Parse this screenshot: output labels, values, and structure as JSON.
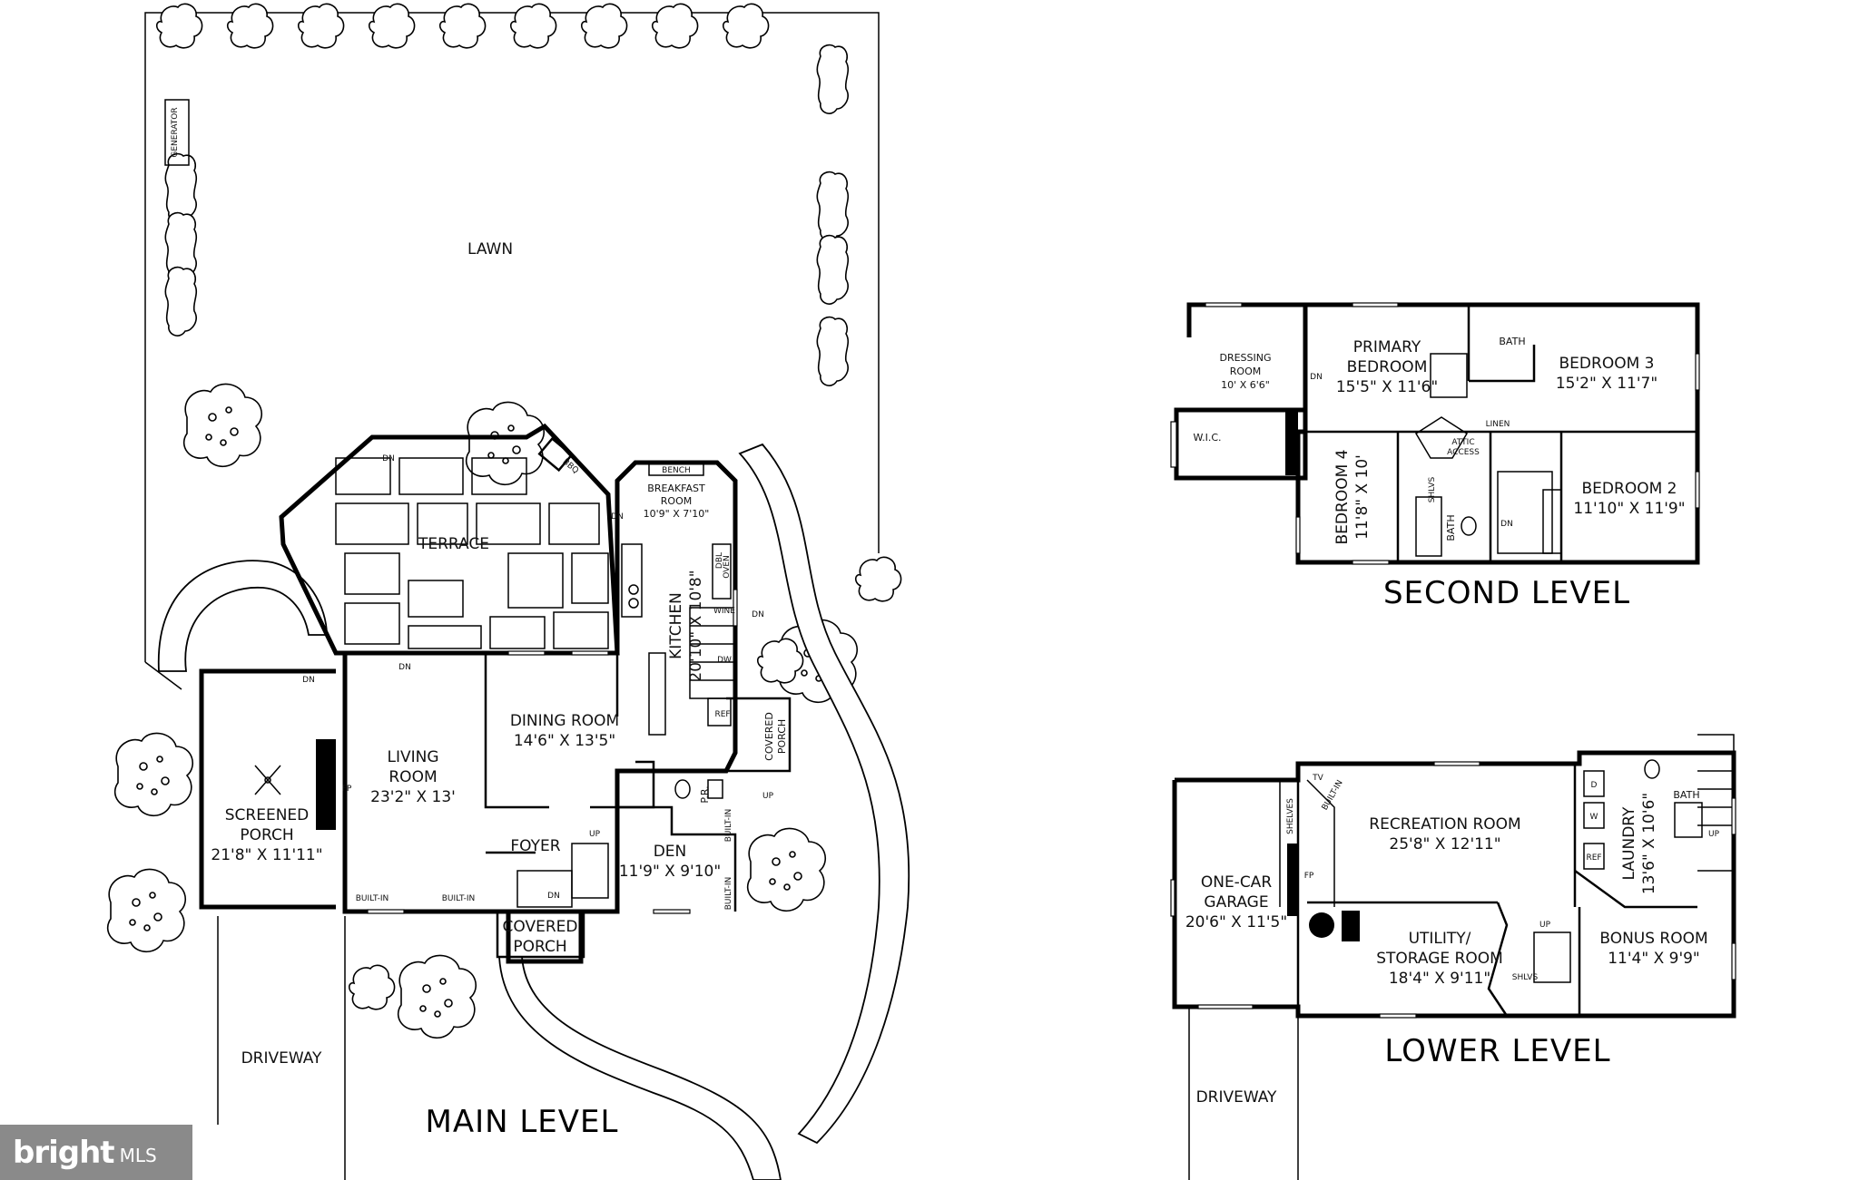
{
  "levels": {
    "main": "MAIN LEVEL",
    "second": "SECOND LEVEL",
    "lower": "LOWER LEVEL"
  },
  "main": {
    "lawn": "LAWN",
    "generator": "GENERATOR",
    "terrace": "TERRACE",
    "bbq": "BBQ",
    "bench": "BENCH",
    "breakfast": [
      "BREAKFAST",
      "ROOM",
      "10'9\" X 7'10\""
    ],
    "kitchen": [
      "KITCHEN",
      "20'10\" X 10'8\""
    ],
    "dbl_oven": [
      "DBL",
      "OVEN"
    ],
    "wine": "WINE",
    "dw": "DW",
    "ref": "REF",
    "dining": [
      "DINING ROOM",
      "14'6\" X 13'5\""
    ],
    "living": [
      "LIVING",
      "ROOM",
      "23'2\" X 13'"
    ],
    "fp": "FP",
    "screened": [
      "SCREENED",
      "PORCH",
      "21'8\" X 11'11\""
    ],
    "covered_side": [
      "COVERED",
      "PORCH"
    ],
    "pr": "P.R.",
    "foyer": "FOYER",
    "den": [
      "DEN",
      "11'9\" X 9'10\""
    ],
    "built_in": "BUILT-IN",
    "covered_front": [
      "COVERED",
      "PORCH"
    ],
    "driveway": "DRIVEWAY",
    "dn": "DN",
    "up": "UP"
  },
  "second": {
    "dressing": [
      "DRESSING",
      "ROOM",
      "10' X 6'6\""
    ],
    "wic": "W.I.C.",
    "primary": [
      "PRIMARY",
      "BEDROOM",
      "15'5\" X 11'6\""
    ],
    "bath": "BATH",
    "bedroom3": [
      "BEDROOM 3",
      "15'2\" X 11'7\""
    ],
    "linen": "LINEN",
    "attic": [
      "ATTIC",
      "ACCESS"
    ],
    "bedroom4": [
      "BEDROOM 4",
      "11'8\" X 10'"
    ],
    "shlvs": "SHLVS",
    "bedroom2": [
      "BEDROOM 2",
      "11'10\" X 11'9\""
    ],
    "dn": "DN"
  },
  "lower": {
    "garage": [
      "ONE-CAR",
      "GARAGE",
      "20'6\" X 11'5\""
    ],
    "shelves": "SHELVES",
    "tv": "TV",
    "built_in": "BUILT-IN",
    "fp": "FP",
    "recreation": [
      "RECREATION ROOM",
      "25'8\" X 12'11\""
    ],
    "utility": [
      "UTILITY/",
      "STORAGE ROOM",
      "18'4\" X 9'11\""
    ],
    "shlvs": "SHLVS",
    "laundry": [
      "LAUNDRY",
      "13'6\" X 10'6\""
    ],
    "d": "D",
    "w": "W",
    "ref": "REF",
    "bath": "BATH",
    "bonus": [
      "BONUS ROOM",
      "11'4\" X 9'9\""
    ],
    "up": "UP",
    "driveway": "DRIVEWAY"
  },
  "logo": {
    "brand": "bright",
    "suffix": "MLS"
  }
}
